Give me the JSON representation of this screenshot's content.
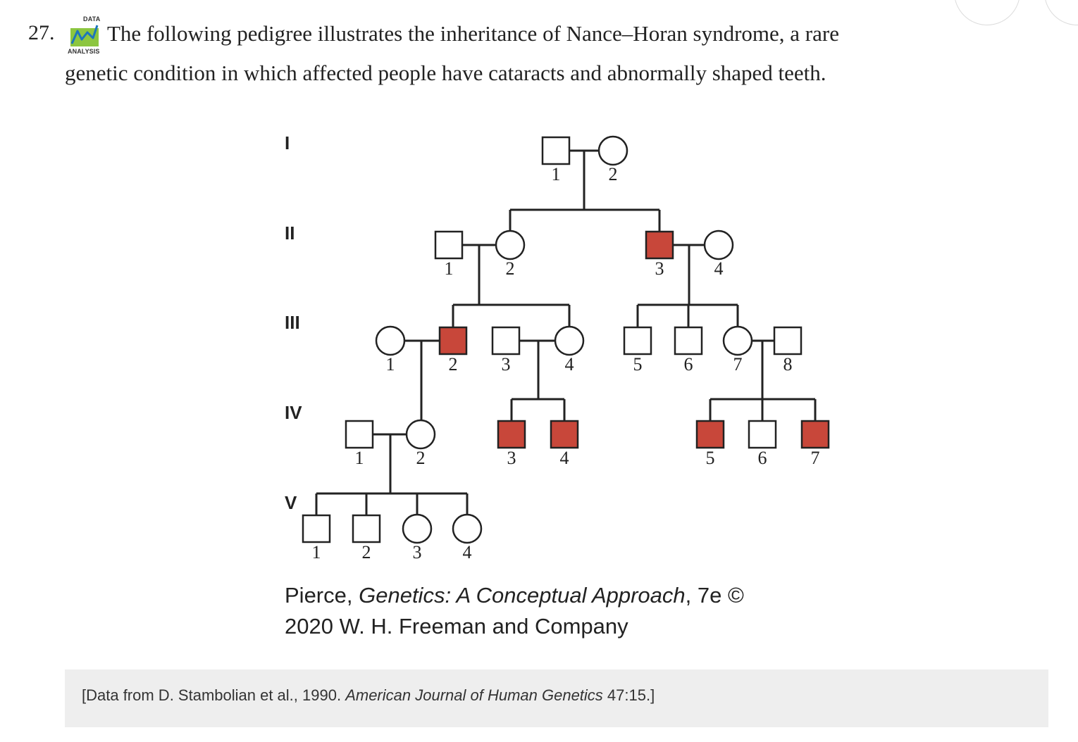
{
  "question": {
    "number": "27.",
    "badge_top": "DATA",
    "badge_bottom": "ANALYSIS",
    "text_line1": "The following pedigree illustrates the inheritance of Nance–Horan syndrome, a rare",
    "text_line2": "genetic condition in which affected people have cataracts and abnormally shaped teeth."
  },
  "colors": {
    "affected": "#c8473a",
    "line": "#222222",
    "badge_green": "#8cc63f",
    "badge_blue": "#1c75bc"
  },
  "pedigree": {
    "generations": [
      "I",
      "II",
      "III",
      "IV",
      "V"
    ],
    "individuals": [
      {
        "gen": "I",
        "num": "1",
        "sex": "male",
        "affected": false
      },
      {
        "gen": "I",
        "num": "2",
        "sex": "female",
        "affected": false
      },
      {
        "gen": "II",
        "num": "1",
        "sex": "male",
        "affected": false
      },
      {
        "gen": "II",
        "num": "2",
        "sex": "female",
        "affected": false
      },
      {
        "gen": "II",
        "num": "3",
        "sex": "male",
        "affected": true
      },
      {
        "gen": "II",
        "num": "4",
        "sex": "female",
        "affected": false
      },
      {
        "gen": "III",
        "num": "1",
        "sex": "female",
        "affected": false
      },
      {
        "gen": "III",
        "num": "2",
        "sex": "male",
        "affected": true
      },
      {
        "gen": "III",
        "num": "3",
        "sex": "male",
        "affected": false
      },
      {
        "gen": "III",
        "num": "4",
        "sex": "female",
        "affected": false
      },
      {
        "gen": "III",
        "num": "5",
        "sex": "male",
        "affected": false
      },
      {
        "gen": "III",
        "num": "6",
        "sex": "male",
        "affected": false
      },
      {
        "gen": "III",
        "num": "7",
        "sex": "female",
        "affected": false
      },
      {
        "gen": "III",
        "num": "8",
        "sex": "male",
        "affected": false
      },
      {
        "gen": "IV",
        "num": "1",
        "sex": "male",
        "affected": false
      },
      {
        "gen": "IV",
        "num": "2",
        "sex": "female",
        "affected": false
      },
      {
        "gen": "IV",
        "num": "3",
        "sex": "male",
        "affected": true
      },
      {
        "gen": "IV",
        "num": "4",
        "sex": "male",
        "affected": true
      },
      {
        "gen": "IV",
        "num": "5",
        "sex": "male",
        "affected": true
      },
      {
        "gen": "IV",
        "num": "6",
        "sex": "male",
        "affected": false
      },
      {
        "gen": "IV",
        "num": "7",
        "sex": "male",
        "affected": true
      },
      {
        "gen": "V",
        "num": "1",
        "sex": "male",
        "affected": false
      },
      {
        "gen": "V",
        "num": "2",
        "sex": "male",
        "affected": false
      },
      {
        "gen": "V",
        "num": "3",
        "sex": "female",
        "affected": false
      },
      {
        "gen": "V",
        "num": "4",
        "sex": "female",
        "affected": false
      }
    ]
  },
  "credit": {
    "line1_prefix": "Pierce, ",
    "line1_title": "Genetics: A Conceptual Approach",
    "line1_suffix": ", 7e ©",
    "line2": "2020 W. H. Freeman and Company"
  },
  "source": {
    "prefix": "[Data from D. Stambolian et al., 1990. ",
    "journal": "American Journal of Human Genetics",
    "suffix": " 47:15.]"
  }
}
